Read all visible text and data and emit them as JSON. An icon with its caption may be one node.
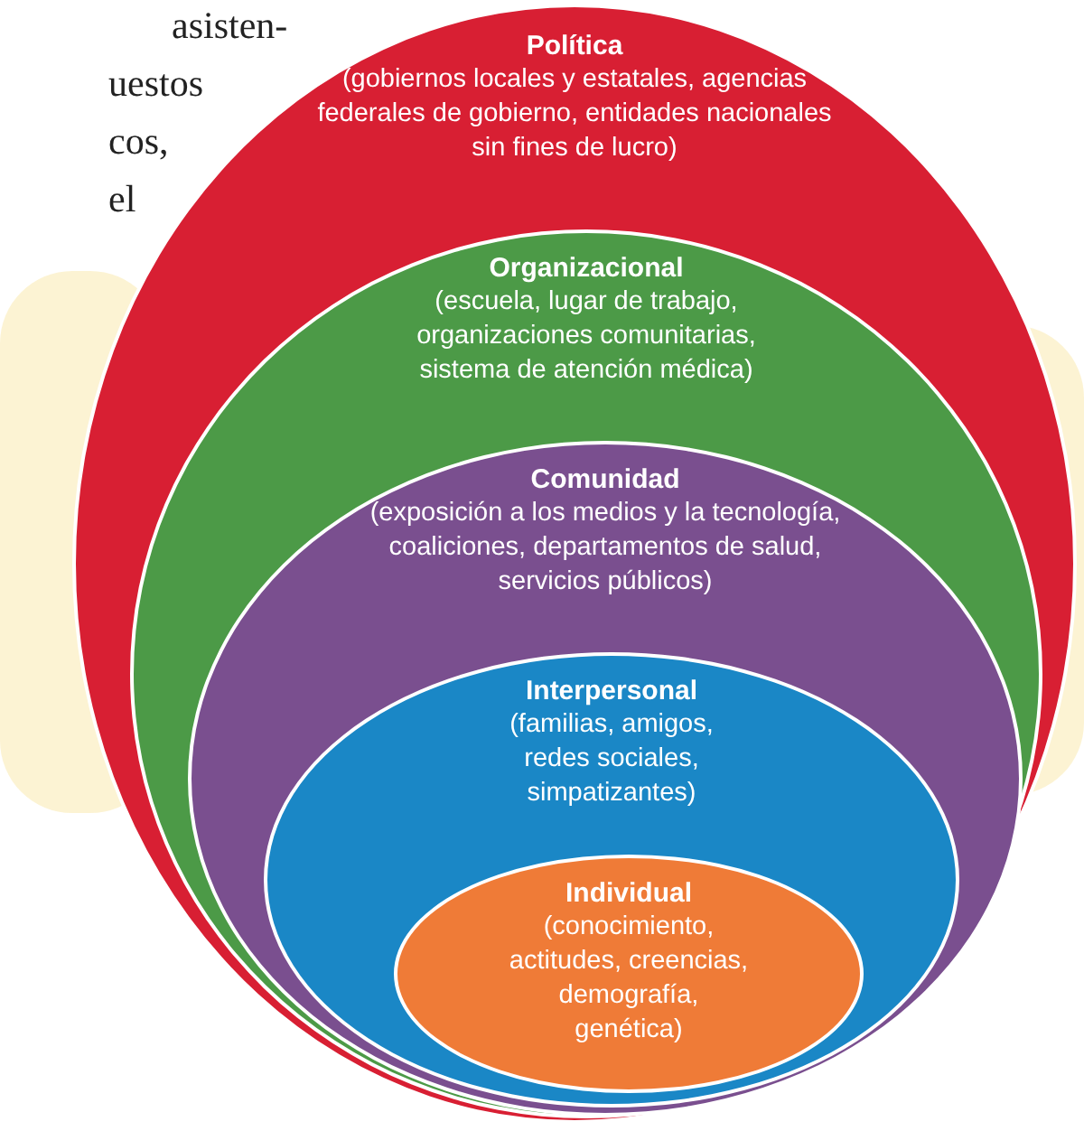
{
  "diagram": {
    "nodes": [
      {
        "text": [
          "Política",
          "(gobiernos locales y estatales, agencias federales de gobierno, entidades nacionales sin fines de lucro)"
        ]
      },
      {
        "text": [
          "Organizacional",
          "(escuela, lugar de trabajo, organizaciones comunitarias, sistema de atención médica)"
        ],
        "in": 0
      },
      {
        "text": [
          "Comunidad",
          "(exposición a los medios y la tecnología, coaliciones, departamentos de salud, servicios públicos)"
        ],
        "in": 1
      },
      {
        "text": [
          "Interpersonal",
          "(familias, amigos, redes sociales, simpatizantes)"
        ],
        "in": 2
      },
      {
        "text": [
          "Individual",
          "(conocimiento, actitudes, creencias, demografía, genética)"
        ],
        "in": 3
      }
    ],
    "labels": [
      "asisten-",
      "uestos",
      "cos,",
      "el"
    ]
  }
}
